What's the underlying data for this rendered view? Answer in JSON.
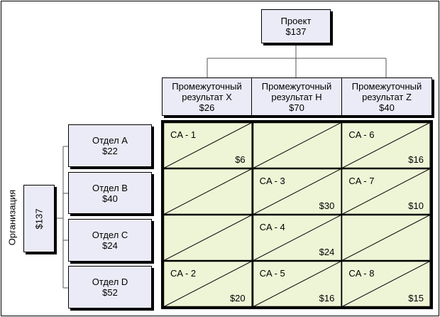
{
  "project": {
    "title": "Проект",
    "amount": "$137"
  },
  "deliverables": [
    {
      "line1": "Промежуточный",
      "line2": "результат X",
      "amount": "$26"
    },
    {
      "line1": "Промежуточный",
      "line2": "результат H",
      "amount": "$70"
    },
    {
      "line1": "Промежуточный",
      "line2": "результат Z",
      "amount": "$40"
    }
  ],
  "organization": {
    "label": "Организация",
    "amount": "$137"
  },
  "departments": [
    {
      "name": "Отдел А",
      "amount": "$22"
    },
    {
      "name": "Отдел B",
      "amount": "$40"
    },
    {
      "name": "Отдел C",
      "amount": "$24"
    },
    {
      "name": "Отдел D",
      "amount": "$52"
    }
  ],
  "control_accounts": [
    [
      {
        "label": "CA - 1",
        "amount": "$6"
      },
      {
        "label": "",
        "amount": ""
      },
      {
        "label": "CA - 6",
        "amount": "$16"
      }
    ],
    [
      {
        "label": "",
        "amount": ""
      },
      {
        "label": "CA - 3",
        "amount": "$30"
      },
      {
        "label": "CA - 7",
        "amount": "$10"
      }
    ],
    [
      {
        "label": "",
        "amount": ""
      },
      {
        "label": "CA - 4",
        "amount": "$24"
      },
      {
        "label": "",
        "amount": ""
      }
    ],
    [
      {
        "label": "CA - 2",
        "amount": "$20"
      },
      {
        "label": "CA - 5",
        "amount": "$16"
      },
      {
        "label": "CA - 8",
        "amount": "$15"
      }
    ]
  ],
  "colors": {
    "box_fill": "#ebebf7",
    "cell_fill": "#eef5d6",
    "border": "#000000",
    "connector": "#555555"
  }
}
